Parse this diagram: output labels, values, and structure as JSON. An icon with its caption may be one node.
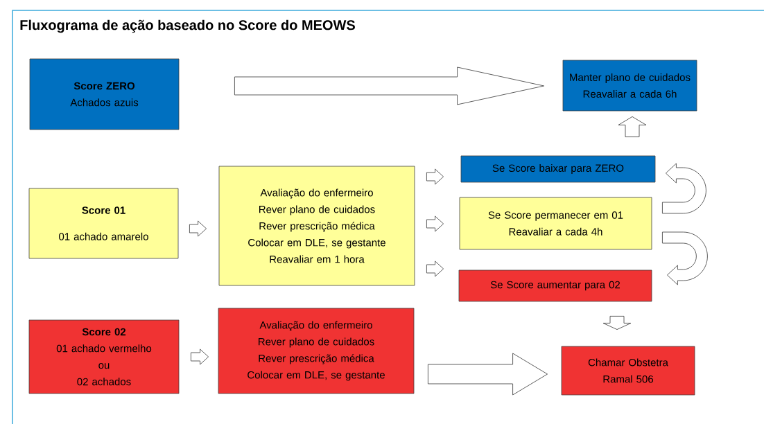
{
  "diagram": {
    "title": "Fluxograma de ação baseado no Score do MEOWS",
    "nodes": [
      {
        "text": [
          "Score ZERO",
          "Achados azuis"
        ]
      },
      {
        "text": [
          "Manter plano de cuidados",
          "Reavaliar a cada 6h"
        ]
      },
      {
        "text": [
          "Score 01",
          "01 achado amarelo"
        ]
      },
      {
        "text": [
          "Avaliação do enfermeiro",
          "Rever plano de cuidados",
          "Rever prescrição médica",
          "Colocar em DLE, se gestante",
          "Reavaliar em 1 hora"
        ]
      },
      {
        "text": [
          "Se Score baixar para ZERO"
        ]
      },
      {
        "text": [
          "Se Score permanecer em 01",
          "Reavaliar a cada 4h"
        ]
      },
      {
        "text": [
          "Se Score aumentar para 02"
        ]
      },
      {
        "text": [
          "Score 02",
          "01 achado vermelho",
          "ou",
          "02  achados"
        ]
      },
      {
        "text": [
          "Avaliação do enfermeiro",
          "Rever plano de cuidados",
          "Rever prescrição médica",
          "Colocar em DLE, se gestante"
        ]
      },
      {
        "text": [
          "Chamar Obstetra",
          "Ramal 506"
        ]
      }
    ],
    "edges": [
      {
        "from": 0,
        "to": 1,
        "arrow": "to"
      },
      {
        "from": 2,
        "to": 3,
        "arrow": "to"
      },
      {
        "from": 3,
        "to": 4,
        "arrow": "to"
      },
      {
        "from": 3,
        "to": 5,
        "arrow": "to"
      },
      {
        "from": 3,
        "to": 6,
        "arrow": "to"
      },
      {
        "from": 4,
        "to": 1,
        "arrow": "to"
      },
      {
        "from": 5,
        "to": 4,
        "arrow": "to"
      },
      {
        "from": 5,
        "to": 6,
        "arrow": "to"
      },
      {
        "from": 6,
        "to": 9,
        "arrow": "to"
      },
      {
        "from": 7,
        "to": 8,
        "arrow": "to"
      },
      {
        "from": 8,
        "to": 9,
        "arrow": "to"
      }
    ]
  }
}
